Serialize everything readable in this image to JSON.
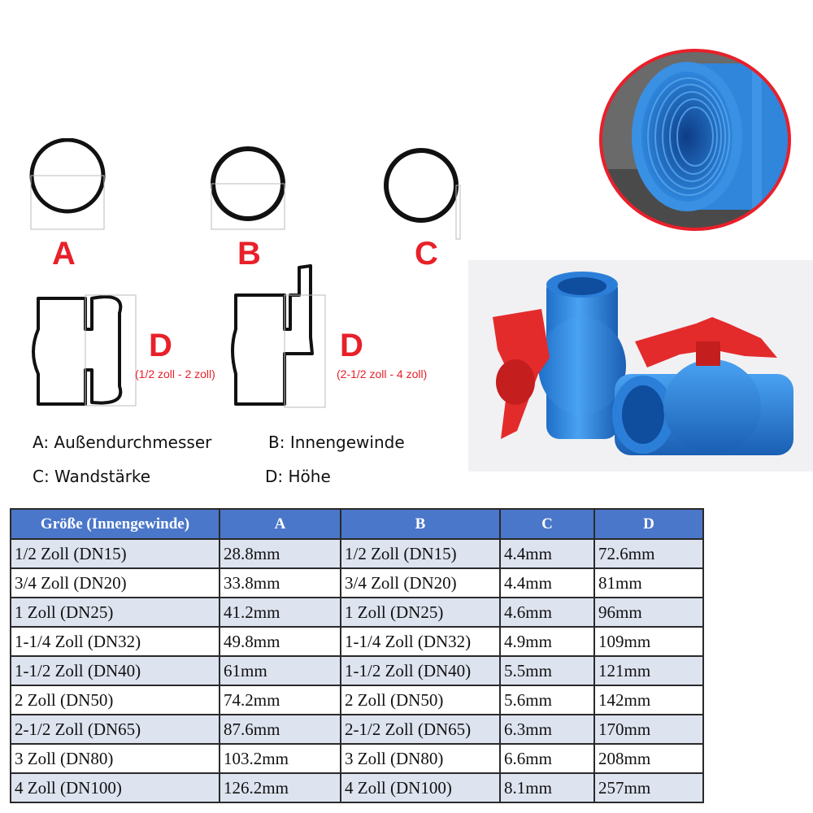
{
  "diagram": {
    "labels": {
      "a": "A",
      "b": "B",
      "c": "C",
      "d1": "D",
      "d2": "D"
    },
    "ranges": {
      "d1": "(1/2 zoll - 2 zoll)",
      "d2": "(2-1/2 zoll - 4 zoll)"
    }
  },
  "legend": {
    "a": "A: Außendurchmesser",
    "b": "B: Innengewinde",
    "c": "C: Wandstärke",
    "d": "D: Höhe"
  },
  "colors": {
    "accent_red": "#e8202a",
    "header_blue": "#4a77c9",
    "valve_blue": "#2f7fd6",
    "handle_red": "#e32b2b"
  },
  "table": {
    "headers": [
      "Größe (Innengewinde)",
      "A",
      "B",
      "C",
      "D"
    ],
    "rows": [
      [
        "1/2 Zoll (DN15)",
        "28.8mm",
        "1/2 Zoll (DN15)",
        "4.4mm",
        "72.6mm"
      ],
      [
        "3/4 Zoll (DN20)",
        "33.8mm",
        "3/4 Zoll (DN20)",
        "4.4mm",
        "81mm"
      ],
      [
        "1 Zoll  (DN25)",
        "41.2mm",
        "1 Zoll  (DN25)",
        "4.6mm",
        "96mm"
      ],
      [
        "1-1/4 Zoll  (DN32)",
        "49.8mm",
        "1-1/4 Zoll  (DN32)",
        "4.9mm",
        "109mm"
      ],
      [
        "1-1/2 Zoll  (DN40)",
        "61mm",
        "1-1/2 Zoll  (DN40)",
        "5.5mm",
        "121mm"
      ],
      [
        "2 Zoll  (DN50)",
        "74.2mm",
        "2 Zoll  (DN50)",
        "5.6mm",
        "142mm"
      ],
      [
        "2-1/2 Zoll  (DN65)",
        "87.6mm",
        "2-1/2 Zoll  (DN65)",
        "6.3mm",
        "170mm"
      ],
      [
        "3 Zoll  (DN80)",
        "103.2mm",
        "3 Zoll  (DN80)",
        "6.6mm",
        "208mm"
      ],
      [
        "4 Zoll  (DN100)",
        "126.2mm",
        "4 Zoll  (DN100)",
        "8.1mm",
        "257mm"
      ]
    ]
  }
}
